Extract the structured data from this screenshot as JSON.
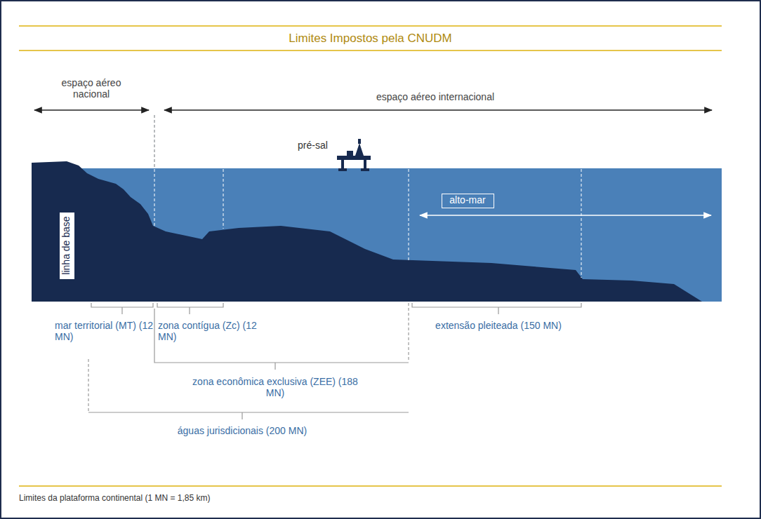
{
  "diagram": {
    "title": "Limites Impostos pela CNUDM",
    "caption": "Limites da plataforma continental (1 MN = 1,85 km)",
    "nodes": [
      {
        "text": [
          "linha de base"
        ]
      },
      {
        "text": [
          "alto-mar"
        ]
      }
    ],
    "labels": [
      "espaço aéreo nacional",
      "espaço aéreo internacional",
      "pré-sal",
      "mar territorial (MT) (12 MN)",
      "zona contígua (Zc) (12 MN)",
      "extensão pleiteada (150 MN)",
      "zona econômica exclusiva (ZEE) (188 MN)",
      "águas jurisdicionais (200 MN)"
    ]
  }
}
